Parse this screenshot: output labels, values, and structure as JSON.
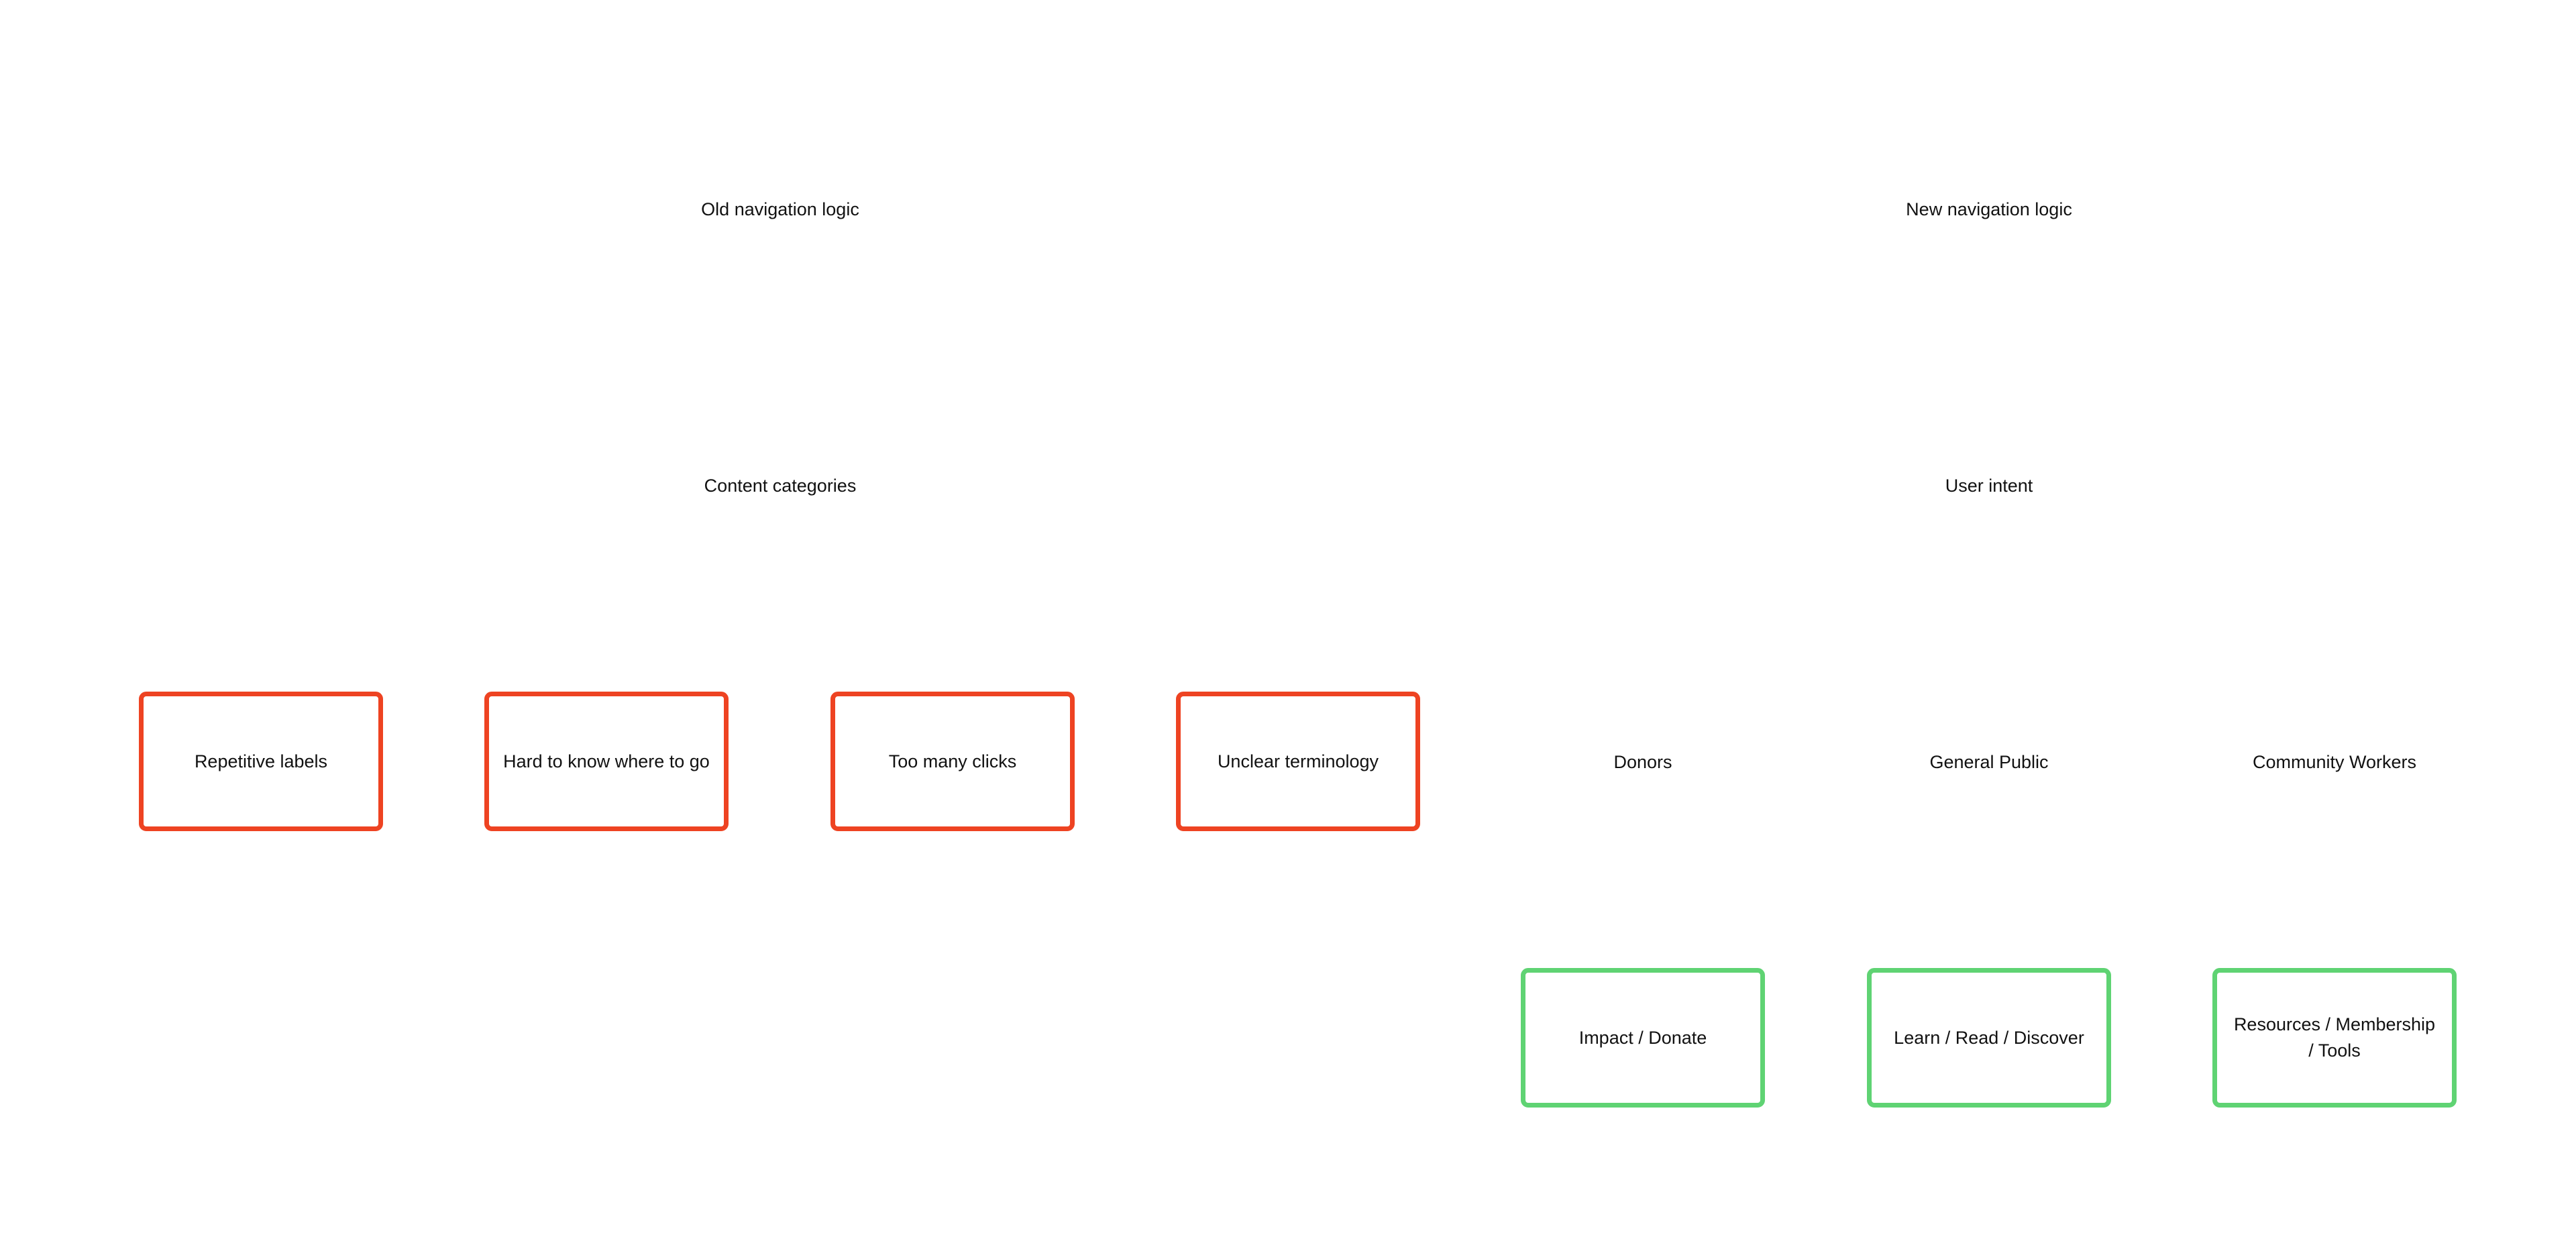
{
  "old": {
    "title": "Old navigation logic",
    "subtitle": "Content categories",
    "problems": [
      "Repetitive labels",
      "Hard to know where to go",
      "Too many clicks",
      "Unclear terminology"
    ]
  },
  "new": {
    "title": "New navigation logic",
    "subtitle": "User intent",
    "audiences": [
      "Donors",
      "General Public",
      "Community Workers"
    ],
    "solutions": [
      "Impact / Donate",
      "Learn / Read / Discover",
      "Resources / Membership / Tools"
    ]
  },
  "colors": {
    "problem_border": "#ee4322",
    "solution_border": "#5fd373"
  }
}
